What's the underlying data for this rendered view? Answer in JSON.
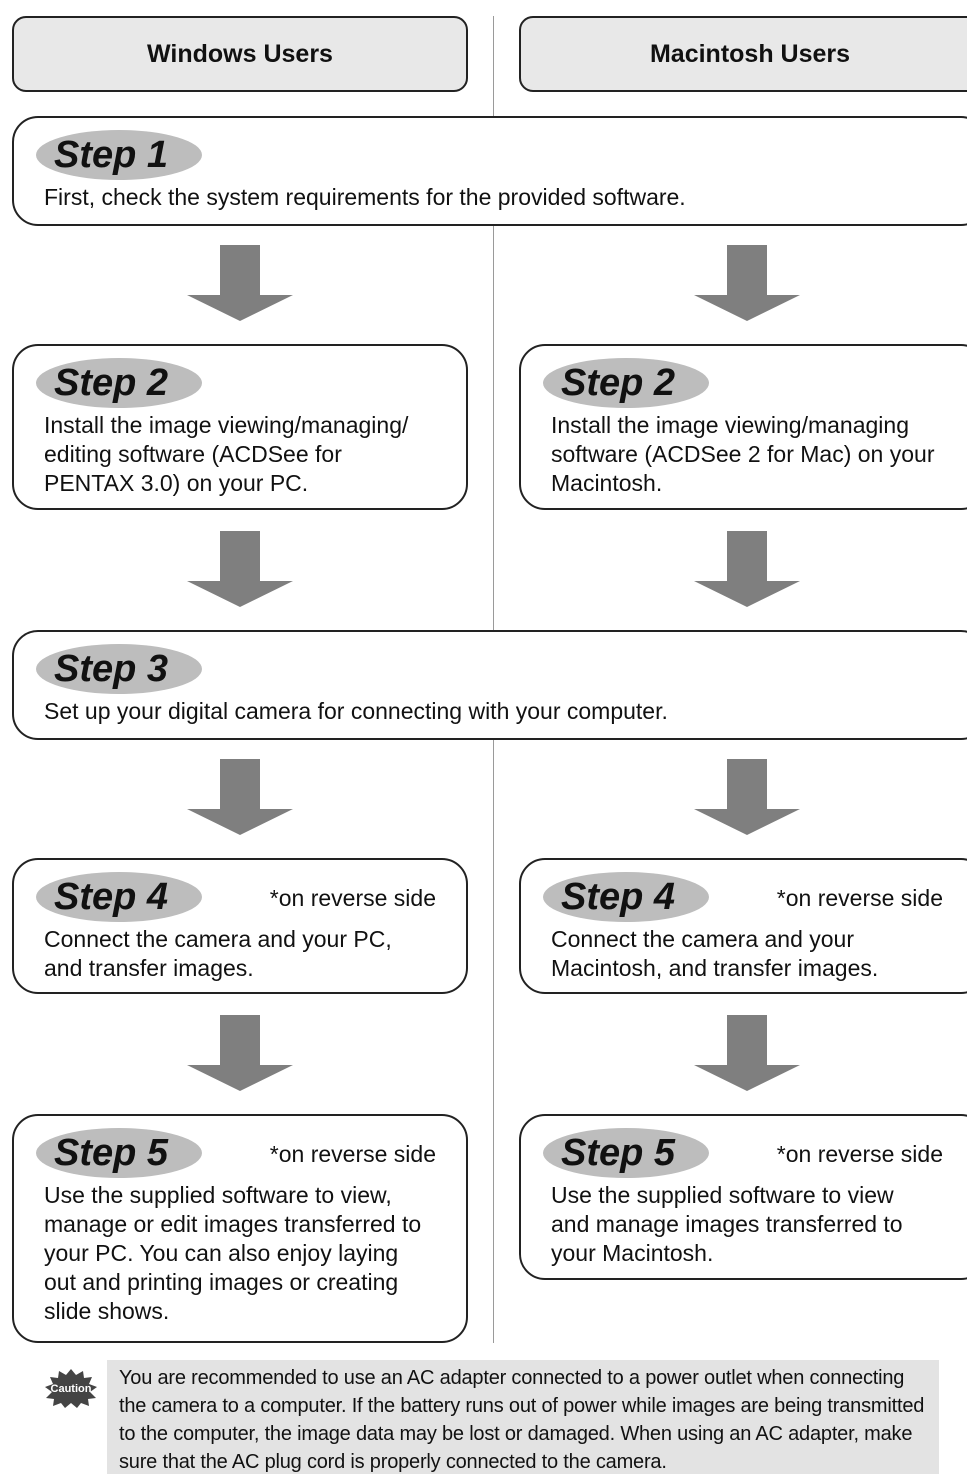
{
  "headers": {
    "windows": "Windows Users",
    "mac": "Macintosh Users"
  },
  "steps": {
    "s1": {
      "label": "Step 1",
      "text": "First, check the system requirements for the provided software."
    },
    "s2_win": {
      "label": "Step 2",
      "text": "Install the image viewing/managing/\nediting software (ACDSee for\nPENTAX 3.0) on your PC."
    },
    "s2_mac": {
      "label": "Step 2",
      "text": "Install the image viewing/managing\nsoftware (ACDSee 2 for Mac) on your\nMacintosh."
    },
    "s3": {
      "label": "Step 3",
      "text": "Set up your digital camera for connecting with your computer."
    },
    "s4_win": {
      "label": "Step 4",
      "note": "*on reverse side",
      "text": "Connect the camera and your PC,\nand transfer images."
    },
    "s4_mac": {
      "label": "Step 4",
      "note": "*on reverse side",
      "text": "Connect the camera and your\nMacintosh, and transfer images."
    },
    "s5_win": {
      "label": "Step 5",
      "note": "*on reverse side",
      "text": "Use the supplied software to view,\nmanage or edit images transferred to\nyour PC. You can also enjoy laying\nout and printing images or creating\nslide shows."
    },
    "s5_mac": {
      "label": "Step 5",
      "note": "*on reverse side",
      "text": "Use the supplied software to view\nand manage images transferred to\nyour Macintosh."
    }
  },
  "caution": {
    "icon_label": "Caution",
    "text": "You are recommended to use an AC adapter connected to a power outlet when connecting the camera to a computer. If the battery runs out of power while images are being transmitted to the computer, the image data may be lost or damaged. When using an AC adapter, make sure that the AC plug cord is properly connected to the camera."
  },
  "colors": {
    "arrow": "#7f7f7f",
    "pill": "#bdbdbd",
    "header_bg": "#e8e8e8",
    "caution_bg": "#e3e3e3"
  }
}
